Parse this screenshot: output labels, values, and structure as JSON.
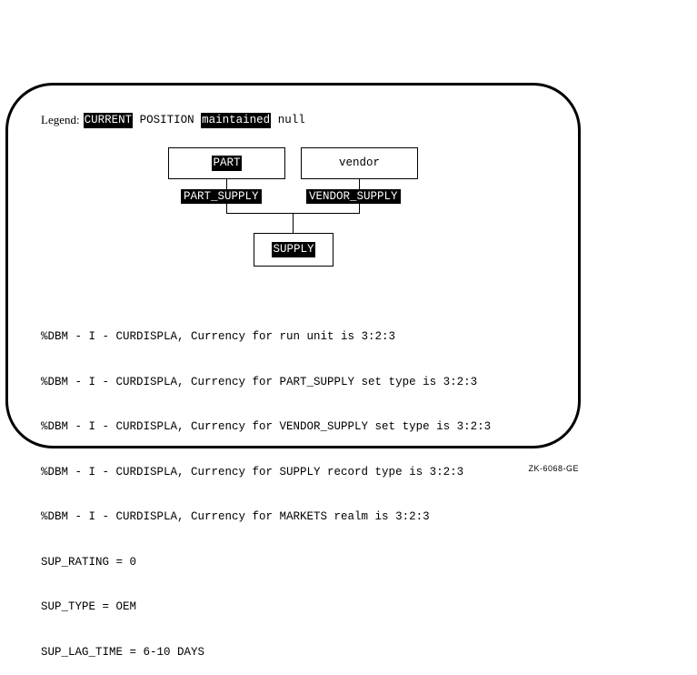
{
  "legend": {
    "label": "Legend:",
    "current": "CURRENT",
    "position": "POSITION",
    "maintained": "maintained",
    "null": "null"
  },
  "diagram": {
    "part": "PART",
    "vendor": "vendor",
    "part_supply": "PART_SUPPLY",
    "vendor_supply": "VENDOR_SUPPLY",
    "supply": "SUPPLY"
  },
  "messages": [
    "%DBM - I - CURDISPLA, Currency for run unit is 3:2:3",
    "%DBM - I - CURDISPLA, Currency for PART_SUPPLY set type is 3:2:3",
    "%DBM - I - CURDISPLA, Currency for VENDOR_SUPPLY set type is 3:2:3",
    "%DBM - I - CURDISPLA, Currency for SUPPLY record type is 3:2:3",
    "%DBM - I - CURDISPLA, Currency for MARKETS realm is 3:2:3",
    "SUP_RATING = 0",
    "SUP_TYPE = OEM",
    "SUP_LAG_TIME = 6-10 DAYS"
  ],
  "caption": "ZK-6068-GE"
}
